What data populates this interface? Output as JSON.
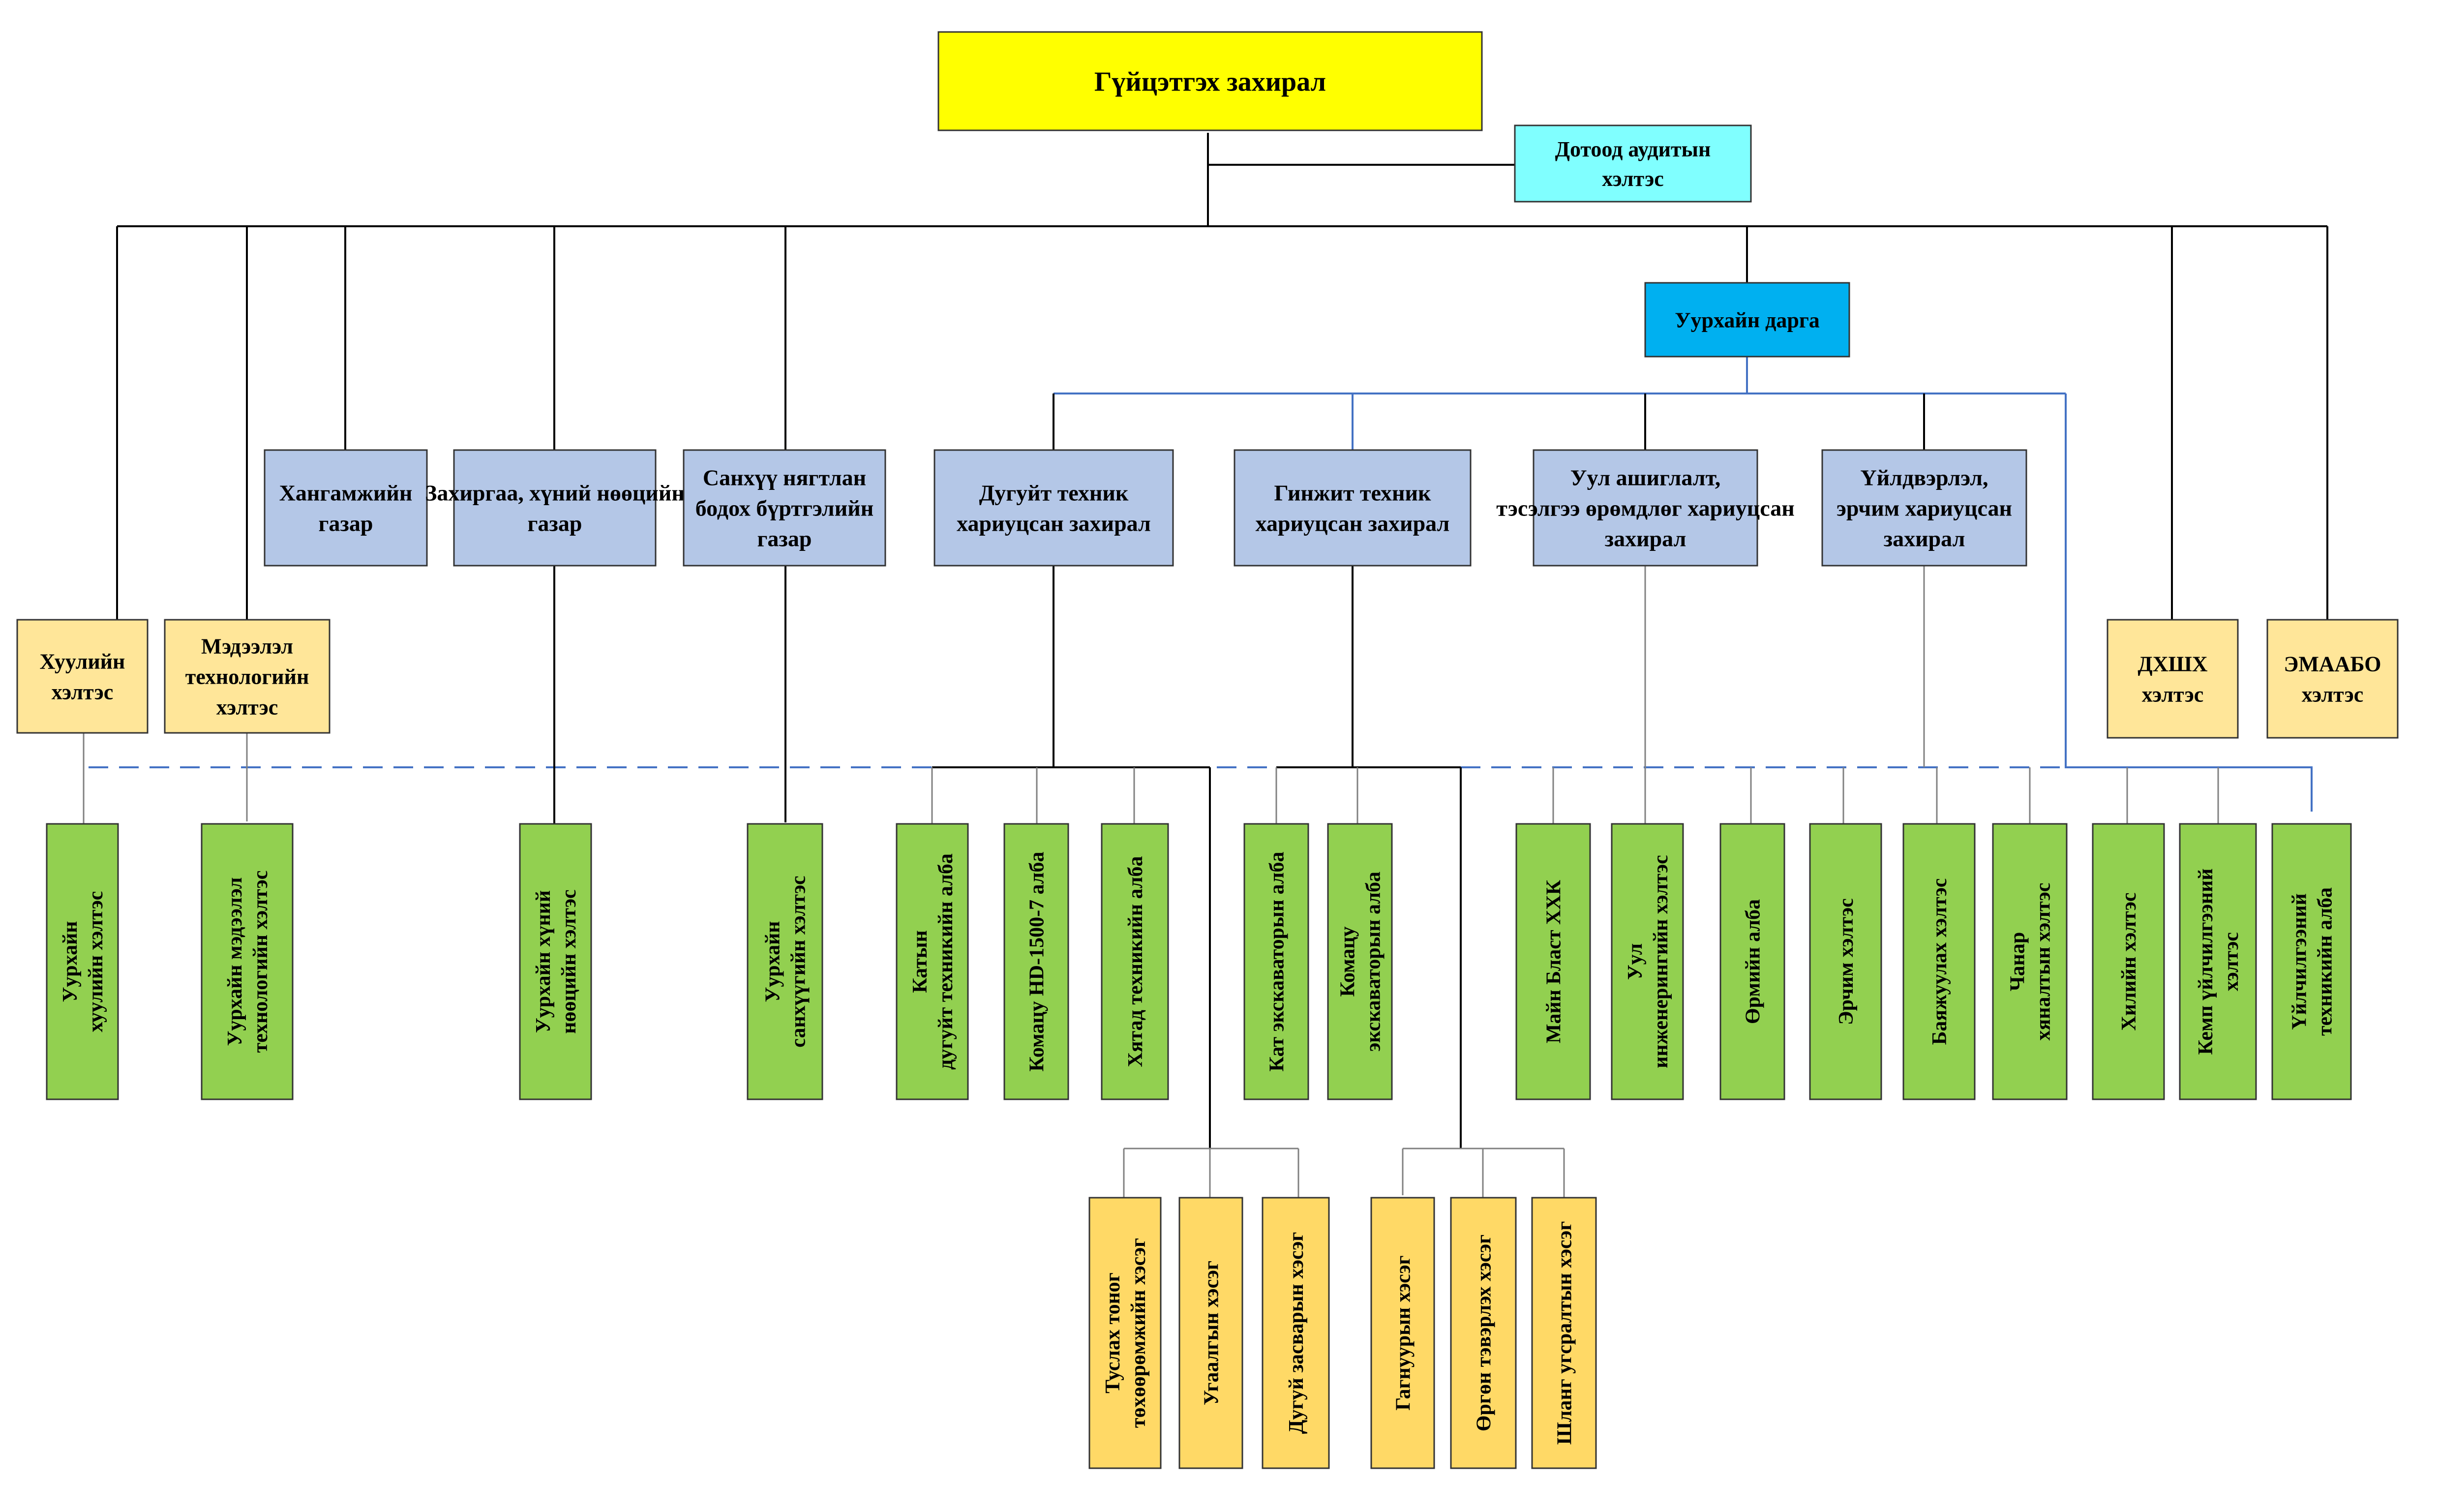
{
  "colors": {
    "director": "#FFFF00",
    "audit": "#80FFFF",
    "mine_head": "#00B0F0",
    "department": "#B4C7E7",
    "unit": "#FFE699",
    "section": "#92D050",
    "subunit": "#FFD966",
    "black_line": "#000000",
    "blue_line": "#4472C4",
    "gray_line": "#808080"
  },
  "nodes": {
    "director": "Гүйцэтгэх захирал",
    "audit": "Дотоод аудитын хэлтэс",
    "mine_head": "Уурхайн дарга",
    "supply": "Хангамжийн газар",
    "admin_hr": "Захиргаа, хүний нөөцийн газар",
    "finance": "Санхүү нягтлан бодох бүртгэлийн газар",
    "wheeled": "Дугуйт техник хариуцсан захирал",
    "tracked": "Гинжит техник хариуцсан захирал",
    "mining_ops": "Уул ашиглалт, тэсэлгээ өрөмдлөг хариуцсан захирал",
    "production": "Үйлдвэрлэл, эрчим хариуцсан захирал",
    "legal": "Хуулийн хэлтэс",
    "it": "Мэдээлэл технологийн хэлтэс",
    "hse": "ДХШХ хэлтэс",
    "emaabo": "ЭМААБО хэлтэс"
  },
  "sections": {
    "s01": "Уурхайн хуулийн хэлтэс",
    "s02": "Уурхайн мэдээлэл технологийн хэлтэс",
    "s03": "Уурхайн хүний нөөцийн хэлтэс",
    "s04": "Уурхайн санхүүгийн хэлтэс",
    "s05": "Катын дугуйт техникийн алба",
    "s06": "Комацу HD-1500-7 алба",
    "s07": "Хятад техникийн алба",
    "s08": "Кат экскаваторын алба",
    "s09": "Комацу экскаваторын алба",
    "s10": "Майн Бласт ХХК",
    "s11": "Уул инженерингийн хэлтэс",
    "s12": "Өрмийн алба",
    "s13": "Эрчим хэлтэс",
    "s14": "Баяжуулах хэлтэс",
    "s15": "Чанар хяналтын хэлтэс",
    "s16": "Хилийн хэлтэс",
    "s17": "Кемп үйлчилгээний хэлтэс",
    "s18": "Үйлчилгээний техникийн алба"
  },
  "subunits": {
    "u01": "Туслах тоног төхөөрөмжийн хэсэг",
    "u02": "Угаалгын хэсэг",
    "u03": "Дугуй засварын хэсэг",
    "u04": "Гагнуурын хэсэг",
    "u05": "Өргөн тэвэрлэх хэсэг",
    "u06": "Шланг угсралтын хэсэг"
  }
}
